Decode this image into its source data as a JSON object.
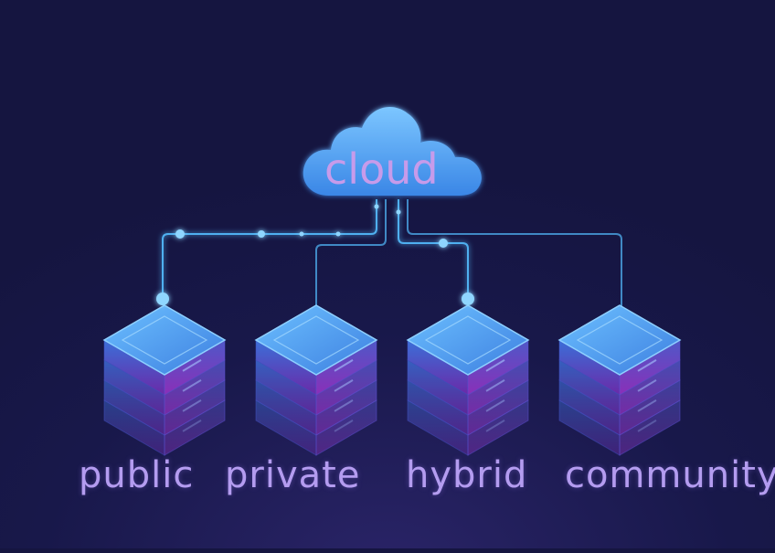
{
  "cloud": {
    "label": "cloud"
  },
  "servers": [
    {
      "label": "public"
    },
    {
      "label": "private"
    },
    {
      "label": "hybrid"
    },
    {
      "label": "community"
    }
  ],
  "colors": {
    "background": "#151540",
    "cloud": "#5aa6f0",
    "server_top": "#4e9af0",
    "server_side": "#7a2fb0",
    "connector": "#4fb0f0",
    "label": "#b49cf0"
  }
}
